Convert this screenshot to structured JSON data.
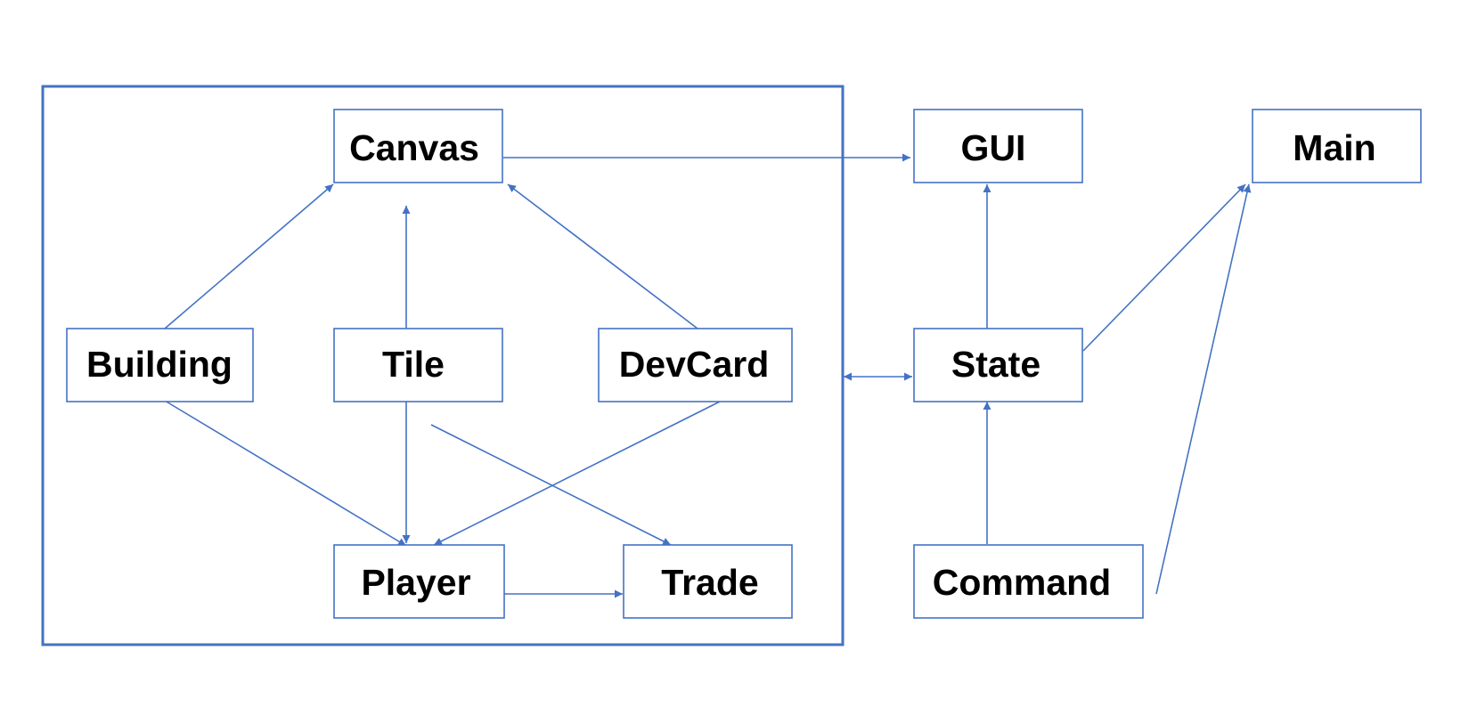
{
  "nodes": {
    "canvas": "Canvas",
    "gui": "GUI",
    "main": "Main",
    "building": "Building",
    "tile": "Tile",
    "devcard": "DevCard",
    "state": "State",
    "player": "Player",
    "trade": "Trade",
    "command": "Command"
  },
  "edges": [
    {
      "from": "canvas",
      "to": "gui"
    },
    {
      "from": "building",
      "to": "canvas"
    },
    {
      "from": "tile",
      "to": "canvas"
    },
    {
      "from": "devcard",
      "to": "canvas"
    },
    {
      "from": "building",
      "to": "player"
    },
    {
      "from": "tile",
      "to": "player"
    },
    {
      "from": "devcard",
      "to": "player"
    },
    {
      "from": "tile",
      "to": "trade"
    },
    {
      "from": "player",
      "to": "trade"
    },
    {
      "from": "state",
      "to": "gui"
    },
    {
      "from": "state",
      "to": "main"
    },
    {
      "from": "command",
      "to": "state"
    },
    {
      "from": "command",
      "to": "main"
    },
    {
      "from": "group",
      "to": "state",
      "bidirectional": true
    }
  ],
  "colors": {
    "stroke": "#4472C4",
    "text": "#000000"
  }
}
